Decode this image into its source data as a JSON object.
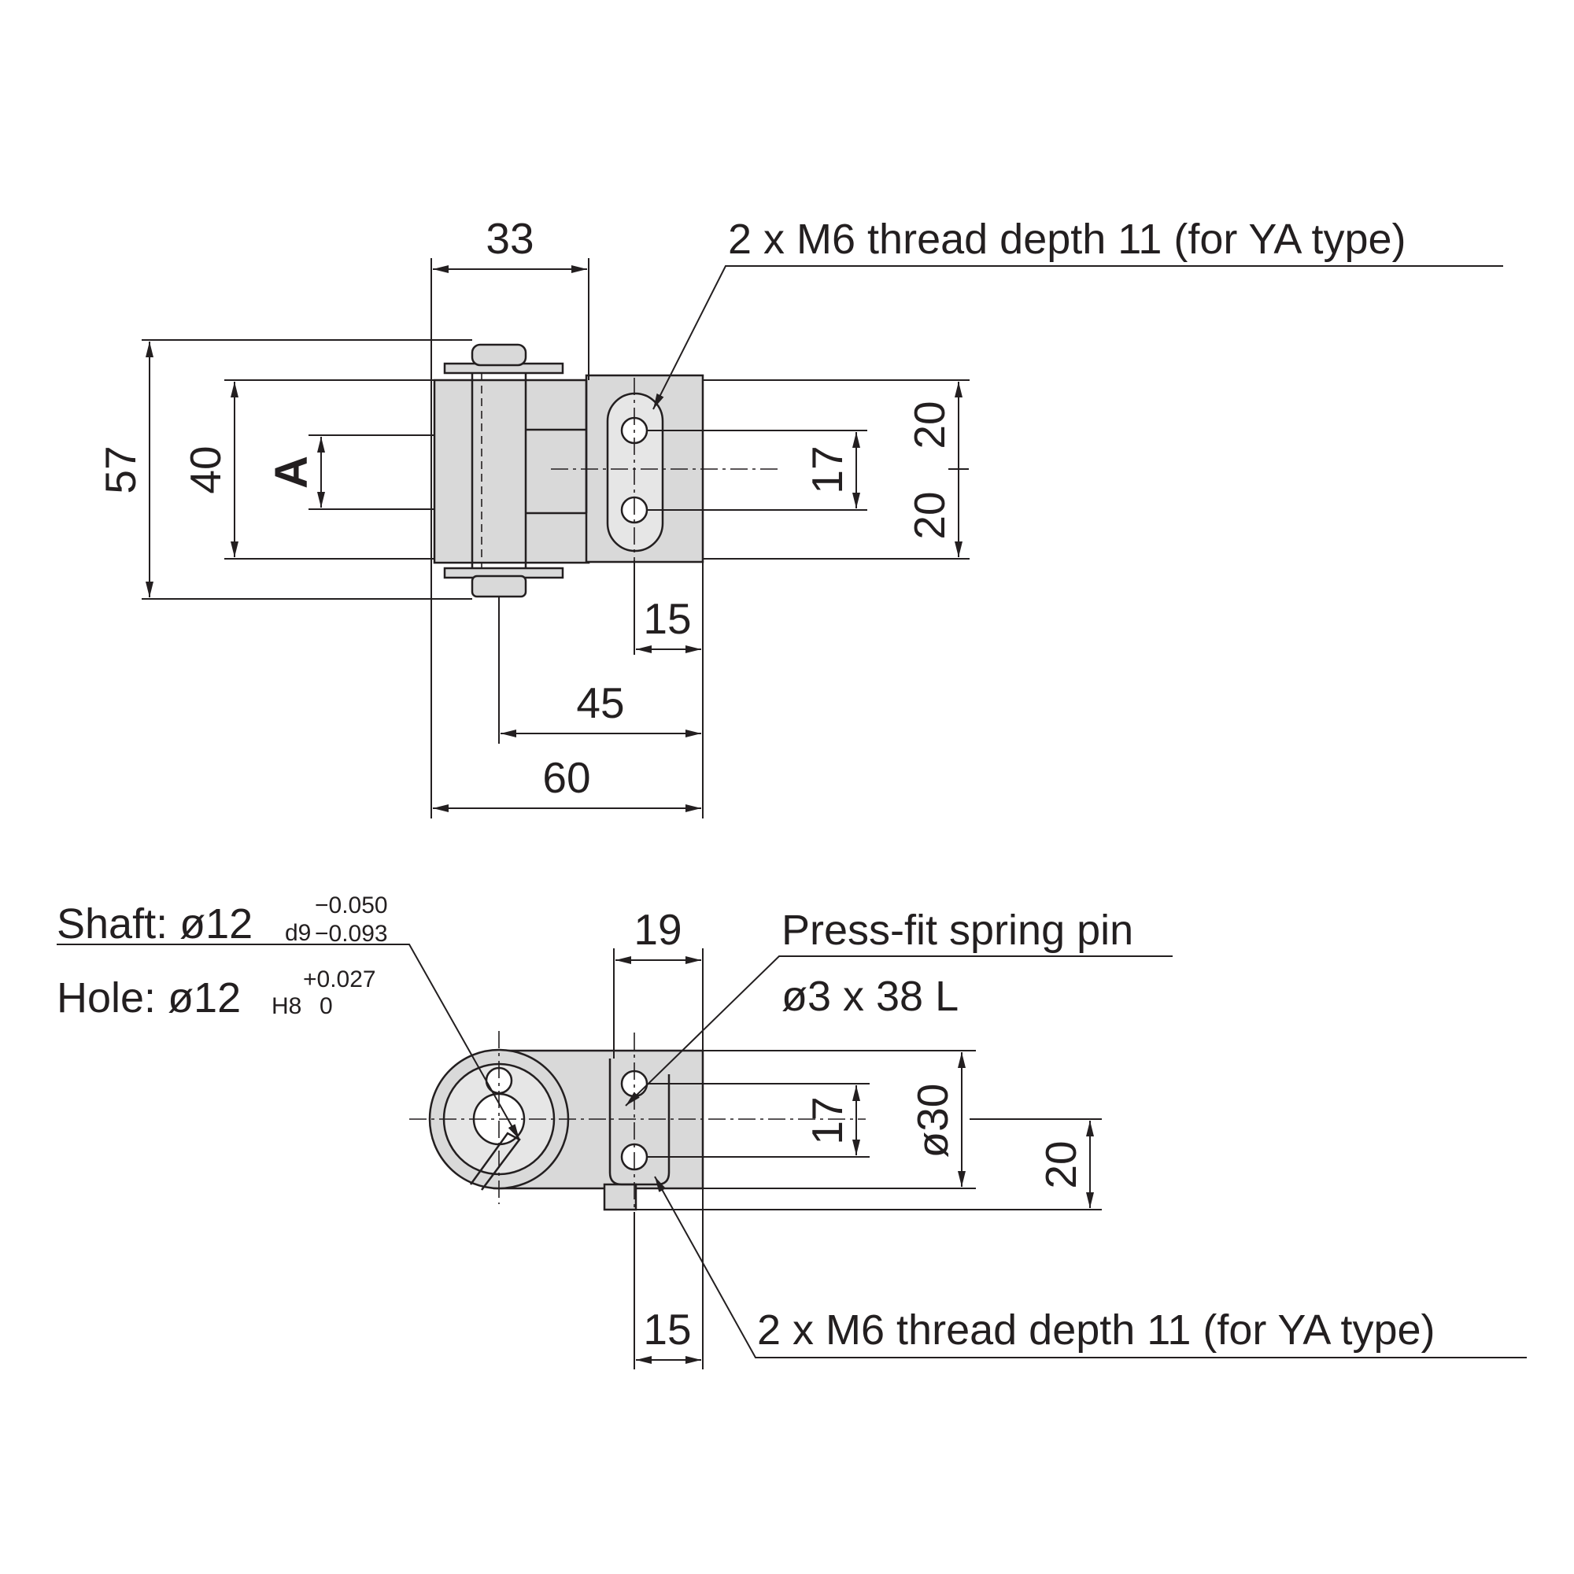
{
  "top_view": {
    "dim_33": "33",
    "dim_57": "57",
    "dim_40": "40",
    "dim_a": "A",
    "dim_17": "17",
    "dim_20_upper": "20",
    "dim_20_lower": "20",
    "dim_15": "15",
    "dim_45": "45",
    "dim_60": "60",
    "thread_note": "2 x M6 thread depth 11 (for YA type)"
  },
  "side_view": {
    "shaft_label": "Shaft: ø12",
    "shaft_tol_class": "d9",
    "shaft_tol_upper": "−0.050",
    "shaft_tol_lower": "−0.093",
    "hole_label": "Hole: ø12",
    "hole_tol_class": "H8",
    "hole_tol_upper": "+0.027",
    "hole_tol_lower": "0",
    "dim_19": "19",
    "pin_note_line1": "Press-fit spring pin",
    "pin_note_line2": "ø3 x 38 L",
    "dim_17": "17",
    "dim_30": "ø30",
    "dim_20": "20",
    "dim_15": "15",
    "thread_note": "2 x M6 thread depth 11 (for YA type)"
  }
}
